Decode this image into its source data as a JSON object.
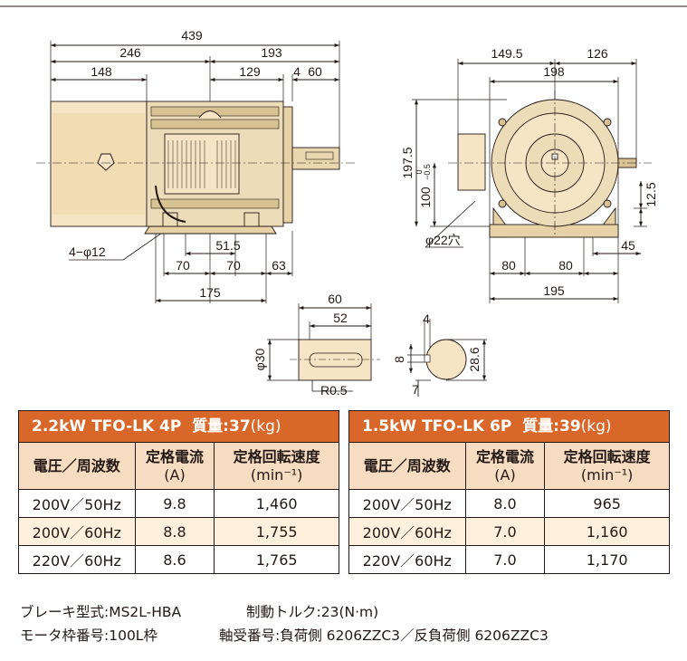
{
  "drawing": {
    "dimensions": {
      "overall_length": "439",
      "d246": "246",
      "d193": "193",
      "d148": "148",
      "d129": "129",
      "d4": "4",
      "d60": "60",
      "mount_holes": "4−φ12",
      "d51_5": "51.5",
      "d70a": "70",
      "d70b": "70",
      "d63": "63",
      "d175": "175",
      "d149_5": "149.5",
      "d126": "126",
      "d198": "198",
      "d197_5": "197.5",
      "d100": "100",
      "d100_tol_upper": "0",
      "d100_tol_lower": "−0.5",
      "cable_hole": "φ22穴",
      "d12_5": "12.5",
      "d45": "45",
      "d80a": "80",
      "d80b": "80",
      "d195": "195",
      "shaft_60": "60",
      "shaft_52": "52",
      "shaft_phi30": "φ30",
      "shaft_r": "R0.5",
      "key_4": "4",
      "key_8": "8",
      "key_7": "7",
      "key_28_6": "28.6"
    },
    "colors": {
      "body": "#f5e5c4",
      "body_shade": "#e6d2a6",
      "line": "#231815",
      "accent": "#d9672a"
    }
  },
  "table1": {
    "title": "2.2kW TFO-LK 4P",
    "weight_label": "質量:37",
    "weight_unit": "(kg)",
    "headers": [
      "電圧／周波数",
      "定格電流",
      "(A)",
      "定格回転速度",
      "(min⁻¹)"
    ],
    "rows": [
      [
        "200V／50Hz",
        "9.8",
        "1,460"
      ],
      [
        "200V／60Hz",
        "8.8",
        "1,755"
      ],
      [
        "220V／60Hz",
        "8.6",
        "1,765"
      ]
    ]
  },
  "table2": {
    "title": "1.5kW TFO-LK 6P",
    "weight_label": "質量:39",
    "weight_unit": "(kg)",
    "headers": [
      "電圧／周波数",
      "定格電流",
      "(A)",
      "定格回転速度",
      "(min⁻¹)"
    ],
    "rows": [
      [
        "200V／50Hz",
        "8.0",
        "965"
      ],
      [
        "200V／60Hz",
        "7.0",
        "1,160"
      ],
      [
        "220V／60Hz",
        "7.0",
        "1,170"
      ]
    ]
  },
  "notes": {
    "brake": "ブレーキ型式:MS2L-HBA",
    "torque": "制動トルク:23(N·m)",
    "frame": "モータ枠番号:100L枠",
    "bearing": "軸受番号:負荷側 6206ZZC3／反負荷側 6206ZZC3"
  }
}
